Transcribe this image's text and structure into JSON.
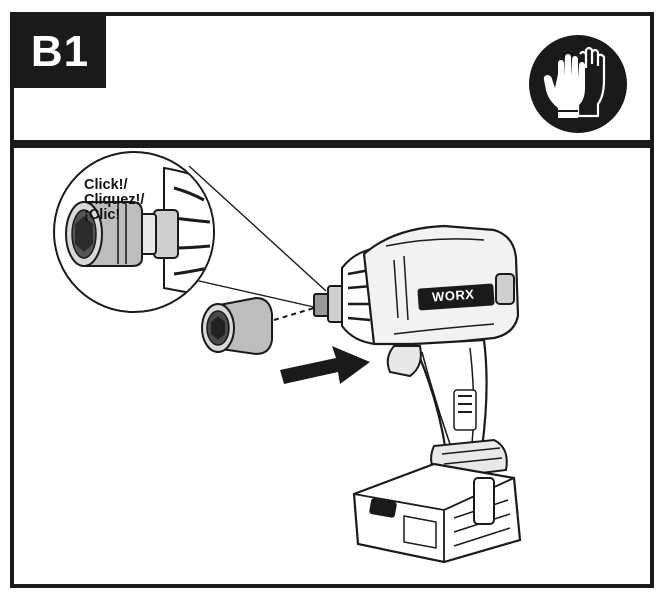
{
  "step": {
    "label": "B1"
  },
  "ppe": {
    "icon": "protective-gloves-icon"
  },
  "callout": {
    "line1": "Click!/",
    "line2": "Cliquez!/",
    "line3": "¡Clic!"
  },
  "tool": {
    "brand": "WORX"
  },
  "colors": {
    "ink": "#1a1a1a",
    "paper": "#ffffff"
  },
  "icons": [
    "protective-gloves-icon",
    "insert-arrow-icon",
    "impact-socket-icon",
    "impact-wrench-icon",
    "battery-pack-icon"
  ]
}
